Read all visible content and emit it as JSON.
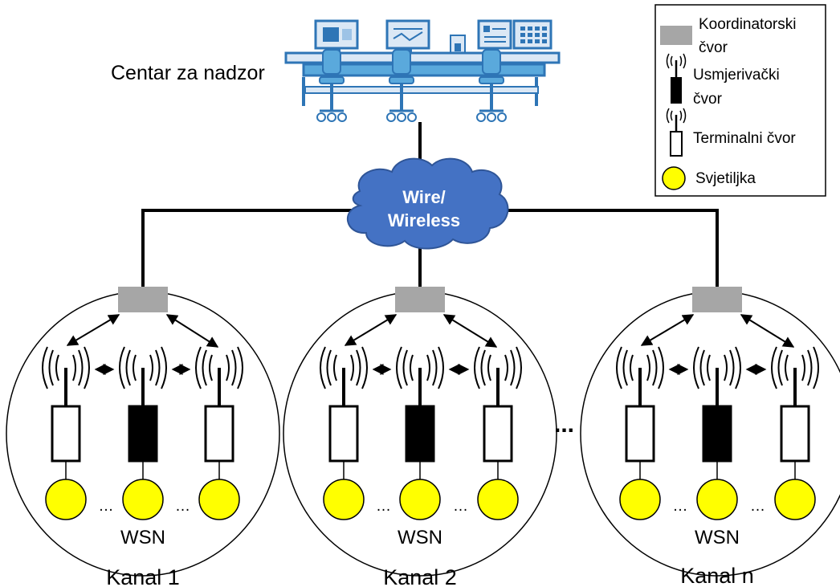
{
  "center_label": "Centar za nadzor",
  "cloud": {
    "line1": "Wire/",
    "line2": "Wireless"
  },
  "legend": {
    "coordinator": [
      "Koordinatorski",
      "čvor"
    ],
    "router": [
      "Usmjerivački",
      "čvor"
    ],
    "terminal": "Terminalni čvor",
    "lamp": "Svjetiljka"
  },
  "clusters": [
    {
      "wsn_label": "WSN",
      "channel_label": "Kanal 1"
    },
    {
      "wsn_label": "WSN",
      "channel_label": "Kanal 2"
    },
    {
      "wsn_label": "WSN",
      "channel_label": "Kanal n"
    }
  ],
  "ellipsis": "…",
  "between_clusters": "...",
  "colors": {
    "coordinator": "#a6a6a6",
    "lamp": "#ffff00",
    "cloud": "#4472c4",
    "control_center": "#2e75b6"
  }
}
